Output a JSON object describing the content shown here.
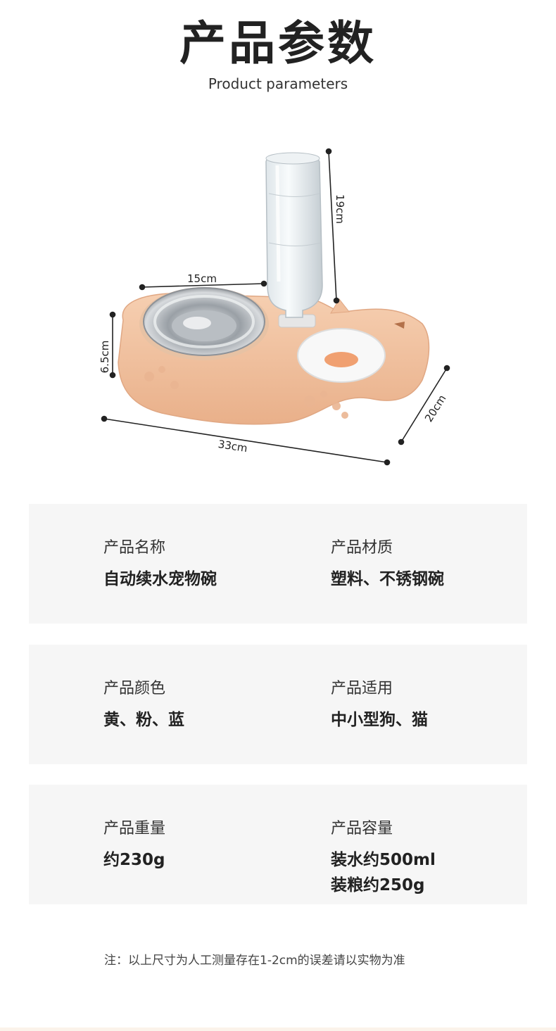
{
  "header": {
    "title": "产品参数",
    "subtitle": "Product parameters"
  },
  "dimensions": {
    "height_bottle": "19cm",
    "bowl_diameter": "15cm",
    "base_height": "6.5cm",
    "length": "33cm",
    "depth": "20cm"
  },
  "colors": {
    "tray": "#f3c6a5",
    "bowl_steel": "#c9ccd0",
    "panel_bg": "#f6f6f6",
    "accent_orange": "#f0a071"
  },
  "specs": [
    {
      "left": {
        "label": "产品名称",
        "value": "自动续水宠物碗"
      },
      "right": {
        "label": "产品材质",
        "value": "塑料、不锈钢碗"
      }
    },
    {
      "left": {
        "label": "产品颜色",
        "value": "黄、粉、蓝"
      },
      "right": {
        "label": "产品适用",
        "value": "中小型狗、猫"
      }
    },
    {
      "left": {
        "label": "产品重量",
        "value": "约230g"
      },
      "right": {
        "label": "产品容量",
        "value": "装水约500ml",
        "value2": "装粮约250g"
      }
    }
  ],
  "note": "注：以上尺寸为人工测量存在1-2cm的误差请以实物为准"
}
